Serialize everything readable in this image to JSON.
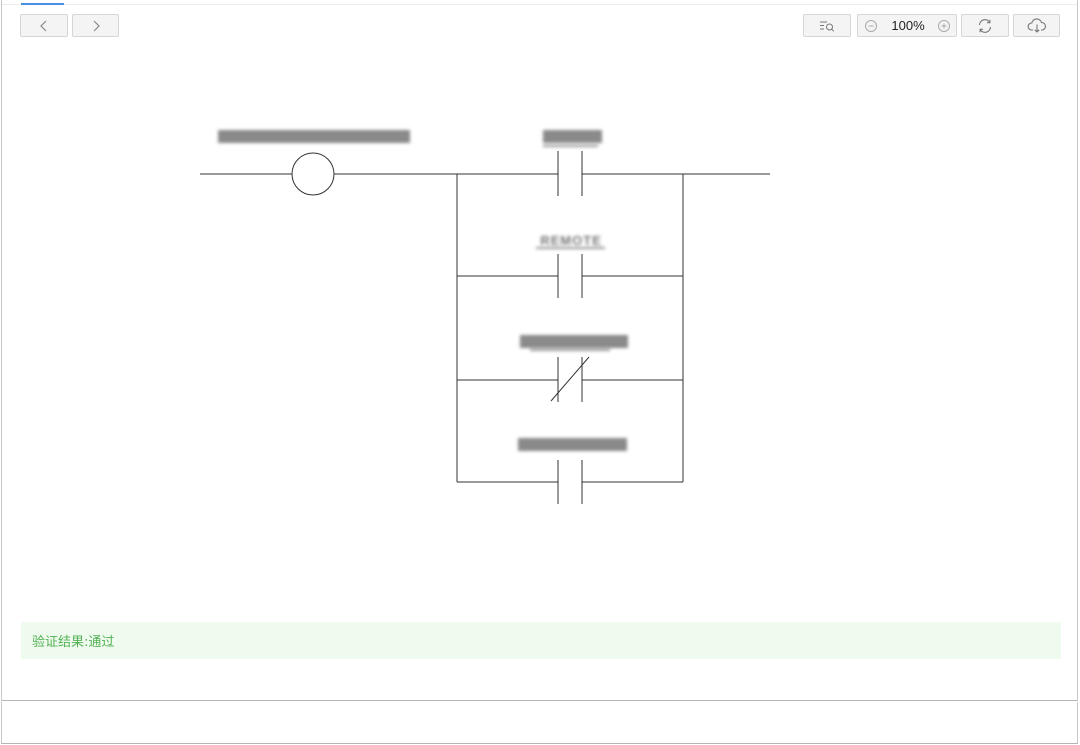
{
  "toolbar": {
    "back_icon": "chevron-left-icon",
    "forward_icon": "chevron-right-icon",
    "find_icon": "search-list-icon",
    "zoom_out_icon": "minus-circle-icon",
    "zoom_level": "100%",
    "zoom_in_icon": "plus-circle-icon",
    "refresh_icon": "refresh-icon",
    "download_icon": "cloud-download-icon"
  },
  "ladder": {
    "coil_label": "",
    "contacts": [
      {
        "label": "",
        "type": "normally-open"
      },
      {
        "label": "REMOTE",
        "type": "normally-open"
      },
      {
        "label": "",
        "type": "normally-closed"
      },
      {
        "label": "",
        "type": "normally-open"
      }
    ]
  },
  "validation": {
    "result_text": "验证结果:通过",
    "color": "#52b152"
  },
  "colors": {
    "accent": "#4a90e2",
    "success_bg": "#effbef"
  }
}
